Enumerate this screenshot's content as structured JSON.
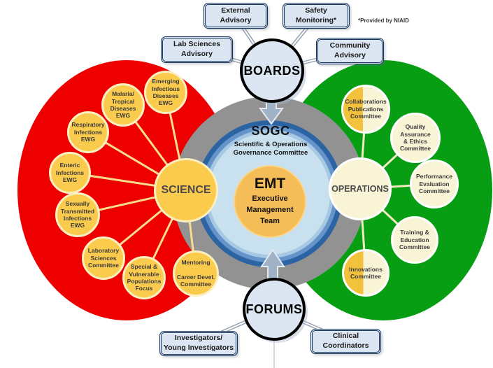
{
  "colors": {
    "red": "#EE0000",
    "green": "#089E14",
    "gray-ring": "#929292",
    "blue1": "#2B63A3",
    "blue2": "#6494C9",
    "blue3": "#A6C8E3",
    "blue4": "#C9E1EE",
    "gold": "#FBCB4E",
    "gold-border": "#FCF0C0",
    "gold-split": "#F2C23D",
    "cream": "#FAF4D7",
    "emt": "#F5BD58",
    "emt-border": "#F9D68D",
    "hub-fill": "#DCE6F2",
    "box-fill": "#DCE6F2",
    "box-border": "#17365D",
    "spoke-gold": "#F8DD8C",
    "spoke-cream": "#F0EAC2",
    "connector": "#98A3B1",
    "arrow": "#9FB2C6",
    "arrow-edge": "#E6EBF1"
  },
  "footnote": "*Provided by NIAID",
  "center": {
    "sogc_title": "SOGC",
    "sogc_subtitle": "Scientific & Operations\nGovernance Committee",
    "emt_title": "EMT",
    "emt_subtitle": "Executive\nManagement\nTeam"
  },
  "top": {
    "hub": "BOARDS",
    "boxes": [
      {
        "label": "External\nAdvisory"
      },
      {
        "label": "Safety\nMonitoring*"
      },
      {
        "label": "Lab Sciences\nAdvisory"
      },
      {
        "label": "Community\nAdvisory"
      }
    ]
  },
  "bottom": {
    "hub": "FORUMS",
    "boxes": [
      {
        "label": "Investigators/\nYoung Investigators"
      },
      {
        "label": "Clinical\nCoordinators"
      }
    ]
  },
  "science": {
    "label": "SCIENCE",
    "bubbles": [
      {
        "label": "Malaria/\nTropical\nDiseases\nEWG"
      },
      {
        "label": "Emerging\nInfectious\nDiseases\nEWG"
      },
      {
        "label": "Respiratory\nInfections\nEWG"
      },
      {
        "label": "Enteric\nInfections\nEWG"
      },
      {
        "label": "Sexually\nTransmitted\nInfections\nEWG"
      },
      {
        "label": "Laboratory\nSciences\nCommittee"
      },
      {
        "label": "Special &\nVulnerable\nPopulations\nFocus"
      },
      {
        "label": "Mentoring\n\nCareer Devel.\nCommittee"
      }
    ]
  },
  "operations": {
    "label": "OPERATIONS",
    "bubbles": [
      {
        "label": "Collaborations\nPublications\nCommittee"
      },
      {
        "label": "Quality\nAssurance\n& Ethics\nCommittee"
      },
      {
        "label": "Performance\nEvaluation\nCommittee"
      },
      {
        "label": "Training &\nEducation\nCommittee"
      },
      {
        "label": "Innovations\nCommittee"
      }
    ]
  }
}
